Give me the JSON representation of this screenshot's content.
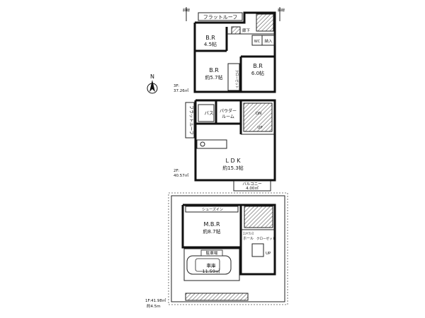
{
  "colors": {
    "line": "#111111",
    "paper": "#ffffff",
    "text": "#111111"
  },
  "icons": {
    "compass": "north-arrow-icon",
    "car": "car-icon"
  },
  "compass_label": "N",
  "floor3": {
    "area_label": "3F:",
    "area_value": "37.26㎡",
    "flat_roof": "フラットルーフ",
    "sekisen_left": "斜線",
    "sekisen_right": "斜線",
    "br1_name": "B.R",
    "br1_size": "4.5帖",
    "br2_name": "B.R",
    "br2_size": "約5.7帖",
    "br3_name": "B.R",
    "br3_size": "6.0帖",
    "hall": "廊下",
    "storage": "納入",
    "wic": "クローゼット",
    "wc": "WC"
  },
  "floor2": {
    "area_label": "2F:",
    "area_value": "40.57㎡",
    "flat_roof": "フラットルーフ",
    "bath": "バス",
    "powder_1": "パウダー",
    "powder_2": "ルーム",
    "ldk_name": "L D K",
    "ldk_size": "約15.3帖",
    "up": "UP",
    "dn": "DN",
    "balcony_1": "バルコニー",
    "balcony_2": "4.00㎡"
  },
  "floor1": {
    "shoes": "シューズイン",
    "mbr_name": "M.B.R",
    "mbr_size": "約8.7帖",
    "closet": "クローゼット",
    "entrance_1": "ｴﾝﾄﾗﾝｽ",
    "entrance_2": "ホール",
    "up": "UP",
    "garage_name": "車庫",
    "garage_size": "11.59㎡",
    "garage_label": "駐車場",
    "area_label": "1F:41.98㎡",
    "road_width": "約4.5m"
  }
}
